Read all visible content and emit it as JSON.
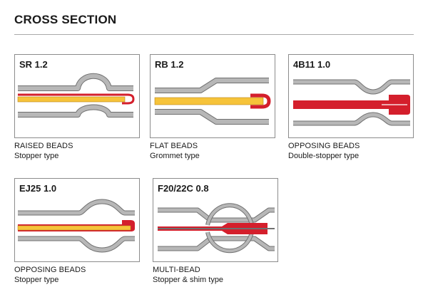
{
  "header": {
    "title": "CROSS SECTION"
  },
  "colors": {
    "steel": "#b7b7b7",
    "outline": "#707070",
    "yellow": "#f6c33a",
    "red": "#d41f2c"
  },
  "cards": [
    {
      "code": "SR 1.2",
      "name": "RAISED BEADS",
      "type": "Stopper type"
    },
    {
      "code": "RB 1.2",
      "name": "FLAT BEADS",
      "type": "Grommet type"
    },
    {
      "code": "4B11 1.0",
      "name": "OPPOSING BEADS",
      "type": "Double-stopper type"
    },
    {
      "code": "EJ25 1.0",
      "name": "OPPOSING BEADS",
      "type": "Stopper type"
    },
    {
      "code": "F20/22C 0.8",
      "name": "MULTI-BEAD",
      "type": "Stopper & shim type"
    }
  ]
}
